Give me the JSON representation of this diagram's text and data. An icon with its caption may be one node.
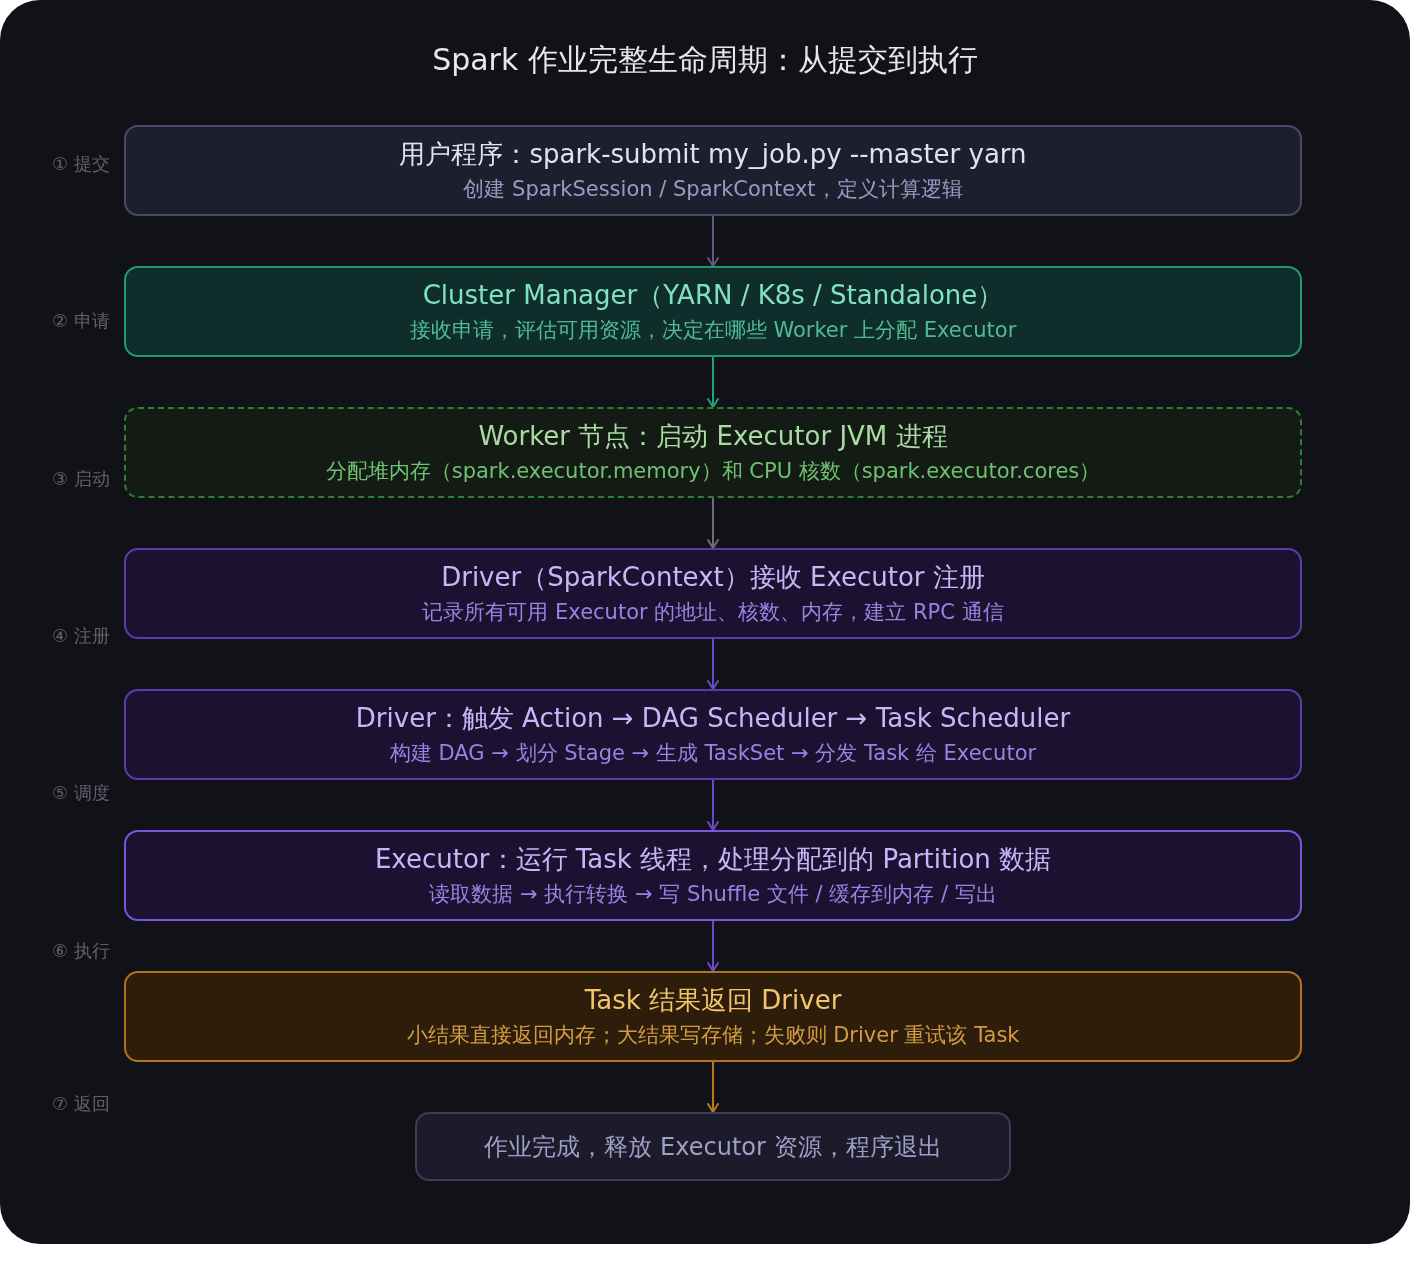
{
  "diagram": {
    "title": "Spark 作业完整生命周期：从提交到执行",
    "nodes": [
      {
        "text": [
          "用户程序：spark-submit my_job.py --master yarn",
          "创建 SparkSession / SparkContext，定义计算逻辑"
        ]
      },
      {
        "text": [
          "Cluster Manager（YARN / K8s / Standalone）",
          "接收申请，评估可用资源，决定在哪些 Worker 上分配 Executor"
        ]
      },
      {
        "text": [
          "Worker 节点：启动 Executor JVM 进程",
          "分配堆内存（spark.executor.memory）和 CPU 核数（spark.executor.cores）"
        ]
      },
      {
        "text": [
          "Driver（SparkContext）接收 Executor 注册",
          "记录所有可用 Executor 的地址、核数、内存，建立 RPC 通信"
        ]
      },
      {
        "text": [
          "Driver：触发 Action → DAG Scheduler → Task Scheduler",
          "构建 DAG → 划分 Stage → 生成 TaskSet → 分发 Task 给 Executor"
        ]
      },
      {
        "text": [
          "Executor：运行 Task 线程，处理分配到的 Partition 数据",
          "读取数据 → 执行转换 → 写 Shuffle 文件 / 缓存到内存 / 写出"
        ]
      },
      {
        "text": [
          "Task 结果返回 Driver",
          "小结果直接返回内存；大结果写存储；失败则 Driver 重试该 Task"
        ]
      },
      {
        "text": [
          "作业完成，释放 Executor 资源，程序退出"
        ]
      }
    ],
    "edges": [
      {
        "from": 0,
        "to": 1,
        "arrow": "to",
        "color": "#5d5a7c"
      },
      {
        "from": 1,
        "to": 2,
        "arrow": "to",
        "color": "#21a275"
      },
      {
        "from": 2,
        "to": 3,
        "arrow": "to",
        "color": "#6a6c78"
      },
      {
        "from": 3,
        "to": 4,
        "arrow": "to"
      },
      {
        "from": 4,
        "to": 5,
        "arrow": "to"
      },
      {
        "from": 5,
        "to": 6,
        "arrow": "to"
      },
      {
        "from": 6,
        "to": 7,
        "arrow": "to",
        "color": "#b97a1e"
      }
    ],
    "labels": [
      "① 提交",
      "② 申请",
      "③ 启动",
      "④ 注册",
      "⑤ 调度",
      "⑥ 执行",
      "⑦ 返回"
    ]
  }
}
